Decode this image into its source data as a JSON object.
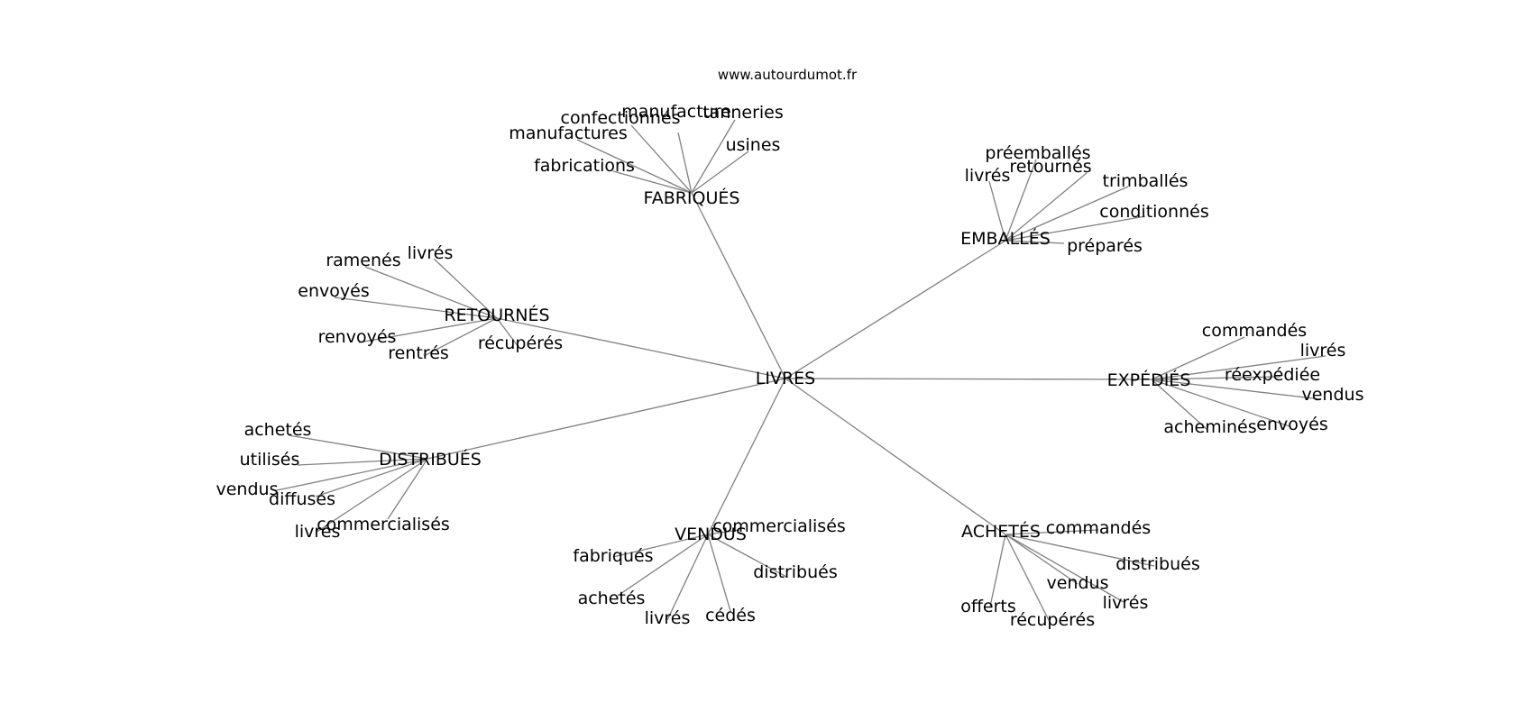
{
  "source": "www.autourdumot.fr",
  "colors": {
    "edge": "#808080",
    "text": "#000000",
    "background": "#ffffff"
  },
  "root": "LIVRES",
  "branches": [
    {
      "label": "FABRIQUÉS",
      "children": [
        "manufacture",
        "tanneries",
        "confectionnés",
        "manufactures",
        "usines",
        "fabrications"
      ]
    },
    {
      "label": "EMBALLÉS",
      "children": [
        "préemballés",
        "retournés",
        "livrés",
        "trimballés",
        "conditionnés",
        "préparés"
      ]
    },
    {
      "label": "RETOURNÉS",
      "children": [
        "livrés",
        "ramenés",
        "envoyés",
        "renvoyés",
        "rentrés",
        "récupérés"
      ]
    },
    {
      "label": "EXPÉDIÉS",
      "children": [
        "commandés",
        "livrés",
        "réexpédiée",
        "vendus",
        "envoyés",
        "acheminés"
      ]
    },
    {
      "label": "DISTRIBUÉS",
      "children": [
        "achetés",
        "utilisés",
        "vendus",
        "diffusés",
        "commercialisés",
        "livrés"
      ]
    },
    {
      "label": "VENDUS",
      "children": [
        "commercialisés",
        "fabriqués",
        "distribués",
        "achetés",
        "livrés",
        "cédés"
      ]
    },
    {
      "label": "ACHETÉS",
      "children": [
        "commandés",
        "distribués",
        "vendus",
        "livrés",
        "offerts",
        "récupérés"
      ]
    }
  ]
}
